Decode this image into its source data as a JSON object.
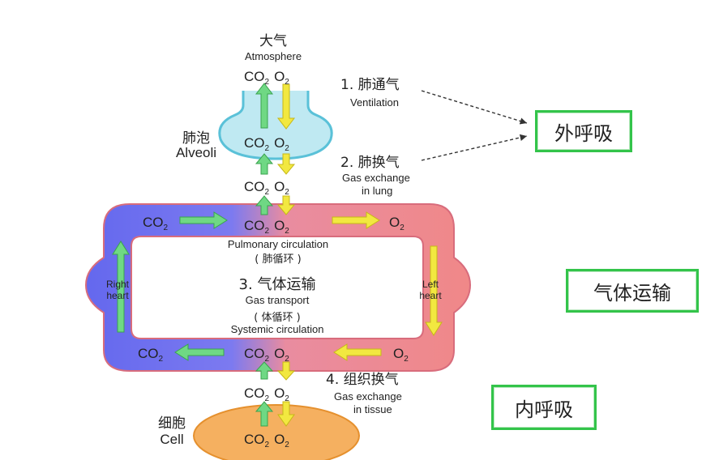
{
  "atmosphere": {
    "zh": "大气",
    "en": "Atmosphere"
  },
  "alveoli": {
    "zh": "肺泡",
    "en": "Alveoli"
  },
  "cell": {
    "zh": "细胞",
    "en": "Cell"
  },
  "gases": {
    "co2": "CO",
    "o2": "O",
    "sub": "2"
  },
  "steps": {
    "ventilation": {
      "zh": "1. 肺通气",
      "en": "Ventilation"
    },
    "lung_exchange": {
      "zh": "2. 肺换气",
      "en1": "Gas exchange",
      "en2": "in lung"
    },
    "transport": {
      "zh": "3. 气体运输",
      "en": "Gas transport"
    },
    "tissue_exchange": {
      "zh": "4. 组织换气",
      "en1": "Gas exchange",
      "en2": "in tissue"
    }
  },
  "circulation": {
    "pulmonary_en": "Pulmonary circulation",
    "pulmonary_zh": "( 肺循环 )",
    "systemic_zh": "( 体循环 )",
    "systemic_en": "Systemic circulation"
  },
  "hearts": {
    "right": [
      "Right",
      "heart"
    ],
    "left": [
      "Left",
      "heart"
    ]
  },
  "boxes": {
    "external": "外呼吸",
    "transport": "气体运输",
    "internal": "内呼吸"
  },
  "colors": {
    "blue": "#6b6ff0",
    "red": "#f08b8b",
    "green": "#6fd884",
    "yellow": "#f2e840",
    "alveoli": "#bfe9f2",
    "cell": "#f5b060",
    "box_border": "#33c44a"
  }
}
